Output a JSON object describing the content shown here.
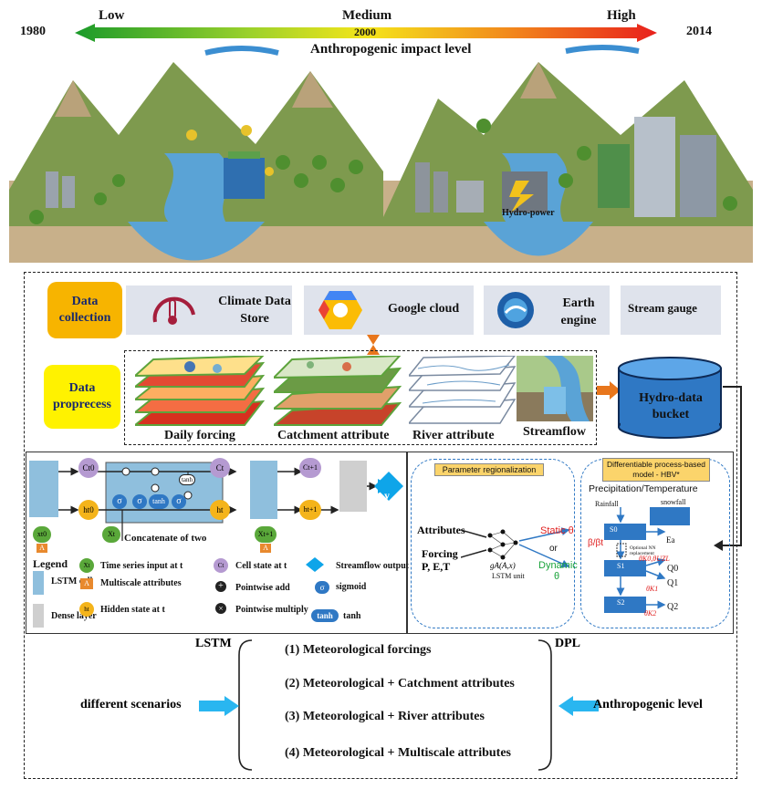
{
  "scale": {
    "start_year": "1980",
    "end_year": "2014",
    "low": "Low",
    "medium": "Medium",
    "high": "High",
    "mid_year": "2000",
    "title": "Anthropogenic impact level"
  },
  "landscape": {
    "hydropower_label": "Hydro-power"
  },
  "collection": {
    "label": "Data collection",
    "items": [
      "Climate Data Store",
      "Google cloud",
      "Earth engine",
      "Stream gauge"
    ]
  },
  "preprocess": {
    "label": "Data proprecess",
    "items": [
      "Daily forcing",
      "Catchment attribute",
      "River attribute",
      "Streamflow"
    ],
    "bucket": "Hydro-data bucket"
  },
  "lstm": {
    "inputs": [
      "xt0",
      "Xt",
      "Xt+1"
    ],
    "hidden": [
      "ht0",
      "ht",
      "ht+1"
    ],
    "cells": [
      "Ct0",
      "Ct",
      "Ct+1"
    ],
    "a_label": "A",
    "output": "y",
    "concat": "Concatenate of two",
    "gates": [
      "σ",
      "σ",
      "tanh",
      "σ",
      "tanh"
    ],
    "legend": {
      "title": "Legend",
      "lstm_cell": "LSTM cell",
      "dense": "Dense layer",
      "x_sym": "Xt",
      "x_text": "Time series input  at t",
      "a_text": "Multiscale attributes",
      "h_sym": "ht",
      "h_text": "Hidden state at t",
      "c_sym": "Ct",
      "c_text": "Cell state at t",
      "add_text": "Pointwise add",
      "mul_text": "Pointwise multiply",
      "y_text": "Streamflow output",
      "sig_text": "sigmoid",
      "tanh_text": "tanh"
    }
  },
  "dpl": {
    "param_reg": "Parameter regionalization",
    "hbv_title": "Differentiable process-based model - HBV*",
    "attributes": "Attributes",
    "forcing": "Forcing P, E,T",
    "lstm_unit": "LSTM unit",
    "g_label": "gA(A,x)",
    "static": "Static θ",
    "or": "or",
    "dynamic": "Dynamic θ",
    "precip": "Precipitation/Temperature",
    "rainfall": "Rainfall",
    "snowfall": "snowfall",
    "beta": "β/βt",
    "route": "Optional NN replacement",
    "q0": "Q0",
    "q1": "Q1",
    "q2": "Q2",
    "e": "Ea",
    "theta1": "θK0,θUZL",
    "theta2": "θK1",
    "theta3": "θK2",
    "s0": "S0",
    "s1": "S1",
    "s2": "S2"
  },
  "scenarios": {
    "lstm_label": "LSTM",
    "dpl_label": "DPL",
    "left": "different scenarios",
    "right": "Anthropogenic level",
    "items": [
      "(1) Meteorological forcings",
      "(2) Meteorological + Catchment attributes",
      "(3) Meteorological + River attributes",
      "(4) Meteorological + Multiscale attributes"
    ]
  }
}
